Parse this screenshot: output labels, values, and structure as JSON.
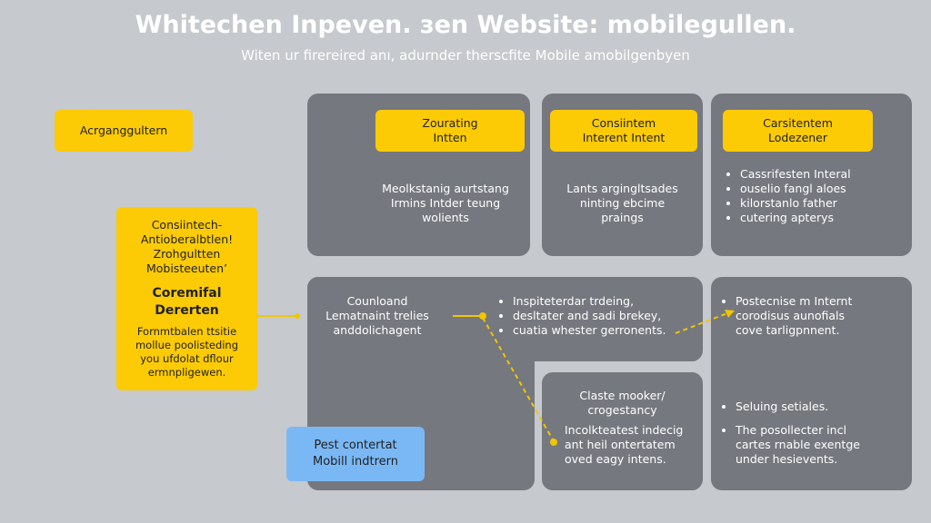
{
  "header": {
    "title": "Whitechen Inpeven. зen Website: mobilegullen.",
    "subtitle": "Witen ur firereired anı, adurnder therscfite Mobile amobilgenbyen"
  },
  "left": {
    "top_box": "Acrganggultern",
    "tall_box": {
      "lines": [
        "Consiintech-",
        "Antioberalbtlen!",
        "Zrohgultten",
        "Mobisteeuten’"
      ],
      "heading": [
        "Coremifal",
        "Dererten"
      ],
      "body": [
        "Fornmtbalen ttsitie",
        "mollue poolisteding",
        "you ufdolat dflour",
        "ermnpligewen."
      ]
    }
  },
  "panels": {
    "p1": {
      "header": [
        "Zourating",
        "Intten"
      ],
      "body": [
        "Meolkstanig aurtstang",
        "Irmins Intder teung",
        "wolients"
      ]
    },
    "p2": {
      "header": [
        "Consiintem",
        "Interent Intent"
      ],
      "body": [
        "Lants argingltsades",
        "ninting ebcime",
        "praings"
      ]
    },
    "p3": {
      "header": [
        "Carsitentem",
        "Lodezener"
      ],
      "bullets": [
        "Cassrifesten Interal",
        "ouselio fangl aloes",
        "kilorstanlo father",
        "cutering apterys"
      ]
    },
    "p4": {
      "text": [
        "Counloand",
        "Lematnaint trelies",
        "anddolichagent"
      ],
      "bullets": [
        "Inspiteterdar trdeing,",
        "desltater and sadi brekey,",
        "cuatia whester gerronents."
      ]
    },
    "p5": {
      "heading": [
        "Claste mooker/",
        "crogestancy"
      ],
      "body": [
        "Incolkteatest indecig",
        "ant heil ontertatem",
        "oved eagy intens."
      ]
    },
    "p6": {
      "bullets_top": [
        "Postecnise m Internt corodisus aunofials cove tarligpnnent."
      ],
      "bullets_bottom": [
        "Seluing setiales.",
        "The posollecter incl cartes rnable exentge under hesievents."
      ]
    }
  },
  "blue_box": [
    "Pest contertat",
    "Mobill indtrern"
  ],
  "colors": {
    "background": "#c6c9cd",
    "panel": "#75787e",
    "yellow": "#fccb05",
    "blue": "#7ab8f5"
  }
}
